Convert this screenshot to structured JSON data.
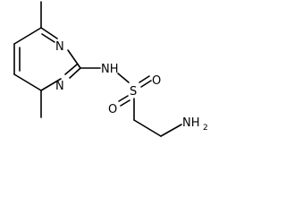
{
  "molecule": {
    "atoms": {
      "ring_n_top": "N",
      "ring_n_bottom": "N",
      "amide_nh": "NH",
      "sulfur": "S",
      "oxygen_top": "O",
      "oxygen_bottom": "O",
      "amine_nh": "NH",
      "amine_subscript": "2"
    }
  }
}
